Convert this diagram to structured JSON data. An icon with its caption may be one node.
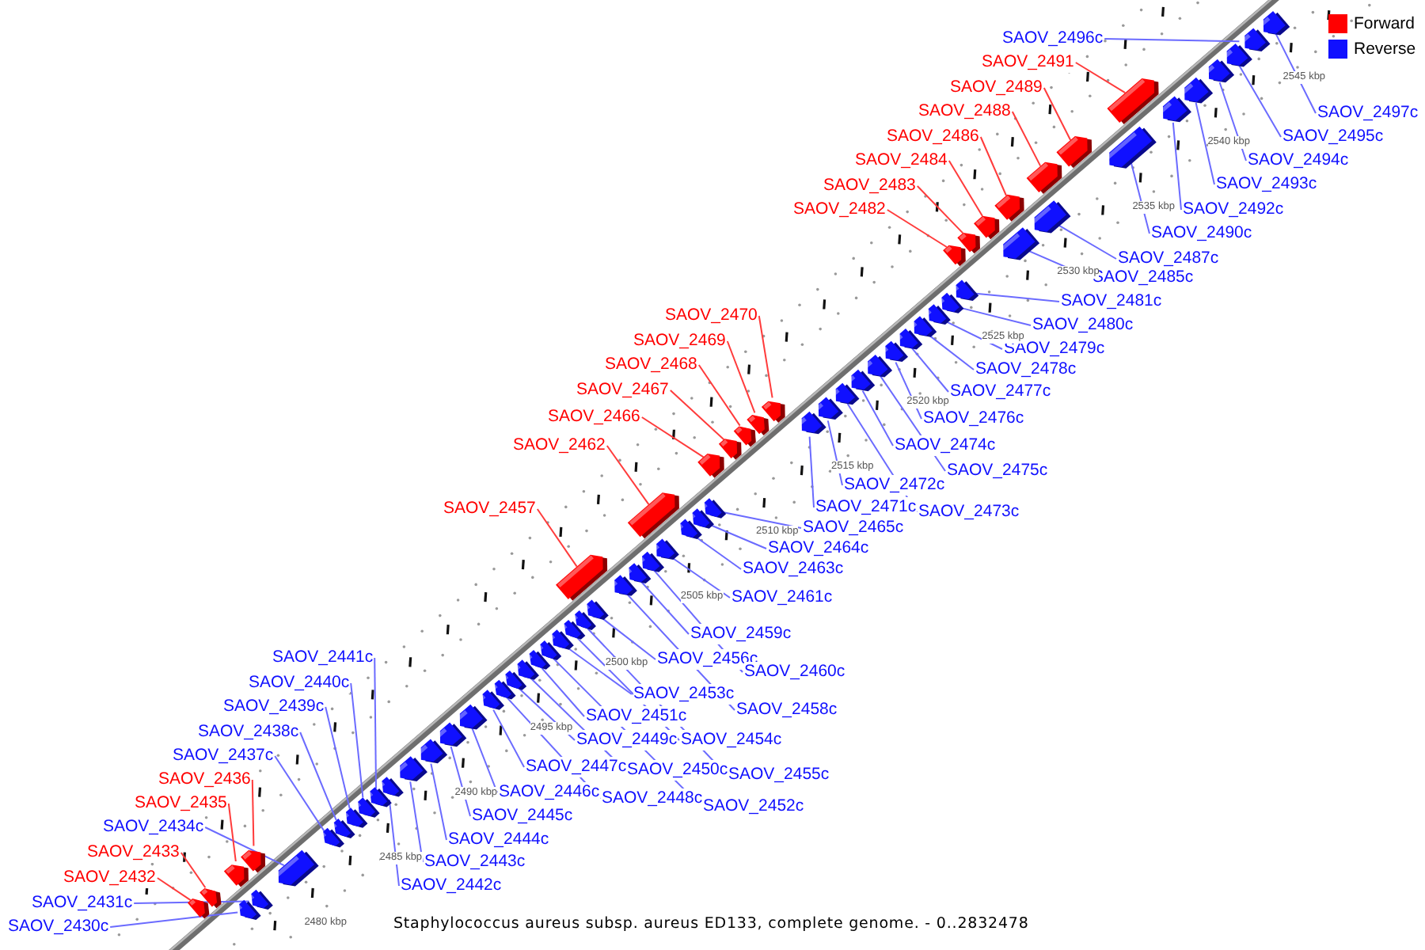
{
  "diagram": {
    "caption": "Staphylococcus aureus subsp. aureus ED133, complete genome. - 0..2832478",
    "nodes": [
      {
        "text": [
          "SAOV_2430c"
        ]
      },
      {
        "text": [],
        "shape": "box"
      },
      {
        "text": [
          "SAOV_2431c"
        ]
      },
      {
        "text": [],
        "shape": "box"
      },
      {
        "text": [
          "SAOV_2432"
        ]
      },
      {
        "text": [],
        "shape": "box"
      },
      {
        "text": [
          "SAOV_2433"
        ]
      },
      {
        "text": [],
        "shape": "box"
      },
      {
        "text": [
          "SAOV_2434c"
        ]
      },
      {
        "text": [],
        "shape": "box"
      },
      {
        "text": [
          "SAOV_2435"
        ]
      },
      {
        "text": [],
        "shape": "box"
      },
      {
        "text": [
          "SAOV_2436"
        ]
      },
      {
        "text": [],
        "shape": "box"
      },
      {
        "text": [
          "SAOV_2437c"
        ]
      },
      {
        "text": [],
        "shape": "box"
      },
      {
        "text": [
          "SAOV_2438c"
        ]
      },
      {
        "text": [],
        "shape": "box"
      },
      {
        "text": [
          "SAOV_2439c"
        ]
      },
      {
        "text": [],
        "shape": "box"
      },
      {
        "text": [
          "SAOV_2440c"
        ]
      },
      {
        "text": [],
        "shape": "box"
      },
      {
        "text": [
          "SAOV_2441c"
        ]
      },
      {
        "text": [],
        "shape": "box"
      },
      {
        "text": [
          "SAOV_2442c"
        ]
      },
      {
        "text": [],
        "shape": "box"
      },
      {
        "text": [
          "SAOV_2443c"
        ]
      },
      {
        "text": [],
        "shape": "box"
      },
      {
        "text": [
          "SAOV_2444c"
        ]
      },
      {
        "text": [],
        "shape": "box"
      },
      {
        "text": [
          "SAOV_2445c"
        ]
      },
      {
        "text": [],
        "shape": "box"
      },
      {
        "text": [
          "SAOV_2446c"
        ]
      },
      {
        "text": [],
        "shape": "box"
      },
      {
        "text": [
          "SAOV_2447c"
        ]
      },
      {
        "text": [],
        "shape": "box"
      },
      {
        "text": [
          "SAOV_2448c"
        ]
      },
      {
        "text": [],
        "shape": "box"
      },
      {
        "text": [
          "SAOV_2449c"
        ]
      },
      {
        "text": [],
        "shape": "box"
      },
      {
        "text": [
          "SAOV_2450c"
        ]
      },
      {
        "text": [],
        "shape": "box"
      },
      {
        "text": [
          "SAOV_2451c"
        ]
      },
      {
        "text": [],
        "shape": "box"
      },
      {
        "text": [
          "SAOV_2452c"
        ]
      },
      {
        "text": [],
        "shape": "box"
      },
      {
        "text": [
          "SAOV_2453c"
        ]
      },
      {
        "text": [],
        "shape": "box"
      },
      {
        "text": [
          "SAOV_2454c"
        ]
      },
      {
        "text": [],
        "shape": "box"
      },
      {
        "text": [
          "SAOV_2455c"
        ]
      },
      {
        "text": [],
        "shape": "box"
      },
      {
        "text": [
          "SAOV_2456c"
        ]
      },
      {
        "text": [],
        "shape": "box"
      },
      {
        "text": [
          "SAOV_2457"
        ]
      },
      {
        "text": [],
        "shape": "box"
      },
      {
        "text": [
          "SAOV_2458c"
        ]
      },
      {
        "text": [],
        "shape": "box"
      },
      {
        "text": [
          "SAOV_2459c"
        ]
      },
      {
        "text": [],
        "shape": "box"
      },
      {
        "text": [
          "SAOV_2460c"
        ]
      },
      {
        "text": [],
        "shape": "box"
      },
      {
        "text": [
          "SAOV_2461c"
        ]
      },
      {
        "text": [],
        "shape": "box"
      },
      {
        "text": [
          "SAOV_2462"
        ]
      },
      {
        "text": [],
        "shape": "box"
      },
      {
        "text": [
          "SAOV_2463c"
        ]
      },
      {
        "text": [],
        "shape": "box"
      },
      {
        "text": [
          "SAOV_2464c"
        ]
      },
      {
        "text": [],
        "shape": "box"
      },
      {
        "text": [
          "SAOV_2465c"
        ]
      },
      {
        "text": [],
        "shape": "box"
      },
      {
        "text": [
          "SAOV_2466"
        ]
      },
      {
        "text": [],
        "shape": "box"
      },
      {
        "text": [
          "SAOV_2467"
        ]
      },
      {
        "text": [],
        "shape": "box"
      },
      {
        "text": [
          "SAOV_2468"
        ]
      },
      {
        "text": [],
        "shape": "box"
      },
      {
        "text": [
          "SAOV_2469"
        ]
      },
      {
        "text": [],
        "shape": "box"
      },
      {
        "text": [
          "SAOV_2470"
        ]
      },
      {
        "text": [],
        "shape": "box"
      },
      {
        "text": [
          "SAOV_2471c"
        ]
      },
      {
        "text": [],
        "shape": "box"
      },
      {
        "text": [
          "SAOV_2472c"
        ]
      },
      {
        "text": [],
        "shape": "box"
      },
      {
        "text": [
          "SAOV_2473c"
        ]
      },
      {
        "text": [],
        "shape": "box"
      },
      {
        "text": [
          "SAOV_2474c"
        ]
      },
      {
        "text": [],
        "shape": "box"
      },
      {
        "text": [
          "SAOV_2475c"
        ]
      },
      {
        "text": [],
        "shape": "box"
      },
      {
        "text": [
          "SAOV_2476c"
        ]
      },
      {
        "text": [],
        "shape": "box"
      },
      {
        "text": [
          "SAOV_2477c"
        ]
      },
      {
        "text": [],
        "shape": "box"
      },
      {
        "text": [
          "SAOV_2478c"
        ]
      },
      {
        "text": [],
        "shape": "box"
      },
      {
        "text": [
          "SAOV_2479c"
        ]
      },
      {
        "text": [],
        "shape": "box"
      },
      {
        "text": [
          "SAOV_2480c"
        ]
      },
      {
        "text": [],
        "shape": "box"
      },
      {
        "text": [
          "SAOV_2481c"
        ]
      },
      {
        "text": [],
        "shape": "box"
      },
      {
        "text": [
          "SAOV_2482"
        ]
      },
      {
        "text": [],
        "shape": "box"
      },
      {
        "text": [
          "SAOV_2483"
        ]
      },
      {
        "text": [],
        "shape": "box"
      },
      {
        "text": [
          "SAOV_2484"
        ]
      },
      {
        "text": [],
        "shape": "box"
      },
      {
        "text": [
          "SAOV_2485c"
        ]
      },
      {
        "text": [],
        "shape": "box"
      },
      {
        "text": [
          "SAOV_2486"
        ]
      },
      {
        "text": [],
        "shape": "box"
      },
      {
        "text": [
          "SAOV_2487c"
        ]
      },
      {
        "text": [],
        "shape": "box"
      },
      {
        "text": [
          "SAOV_2488"
        ]
      },
      {
        "text": [],
        "shape": "box"
      },
      {
        "text": [
          "SAOV_2489"
        ]
      },
      {
        "text": [],
        "shape": "box"
      },
      {
        "text": [
          "SAOV_2490c"
        ]
      },
      {
        "text": [],
        "shape": "box"
      },
      {
        "text": [
          "SAOV_2491"
        ]
      },
      {
        "text": [],
        "shape": "box"
      },
      {
        "text": [
          "SAOV_2492c"
        ]
      },
      {
        "text": [],
        "shape": "box"
      },
      {
        "text": [
          "SAOV_2493c"
        ]
      },
      {
        "text": [],
        "shape": "box"
      },
      {
        "text": [
          "SAOV_2494c"
        ]
      },
      {
        "text": [],
        "shape": "box"
      },
      {
        "text": [
          "SAOV_2495c"
        ]
      },
      {
        "text": [],
        "shape": "box"
      },
      {
        "text": [
          "SAOV_2496c"
        ]
      },
      {
        "text": [],
        "shape": "box"
      },
      {
        "text": [
          "SAOV_2497c"
        ]
      },
      {
        "text": [],
        "shape": "box"
      }
    ],
    "edges": [
      {
        "from": 0,
        "to": 1,
        "arrow": "none"
      },
      {
        "from": 2,
        "to": 3,
        "arrow": "none"
      },
      {
        "from": 4,
        "to": 5,
        "arrow": "none",
        "color": "#ff3b3b"
      },
      {
        "from": 6,
        "to": 7,
        "arrow": "none",
        "color": "#ff3b3b"
      },
      {
        "from": 8,
        "to": 9,
        "arrow": "none"
      },
      {
        "from": 10,
        "to": 11,
        "arrow": "none",
        "color": "#ff3b3b"
      },
      {
        "from": 12,
        "to": 13,
        "arrow": "none",
        "color": "#ff3b3b"
      },
      {
        "from": 14,
        "to": 15,
        "arrow": "none"
      },
      {
        "from": 16,
        "to": 17,
        "arrow": "none"
      },
      {
        "from": 18,
        "to": 19,
        "arrow": "none"
      },
      {
        "from": 20,
        "to": 21,
        "arrow": "none"
      },
      {
        "from": 22,
        "to": 23,
        "arrow": "none"
      },
      {
        "from": 24,
        "to": 25,
        "arrow": "none"
      },
      {
        "from": 26,
        "to": 27,
        "arrow": "none"
      },
      {
        "from": 28,
        "to": 29,
        "arrow": "none"
      },
      {
        "from": 30,
        "to": 31,
        "arrow": "none"
      },
      {
        "from": 32,
        "to": 33,
        "arrow": "none"
      },
      {
        "from": 34,
        "to": 35,
        "arrow": "none"
      },
      {
        "from": 36,
        "to": 37,
        "arrow": "none"
      },
      {
        "from": 38,
        "to": 39,
        "arrow": "none"
      },
      {
        "from": 40,
        "to": 41,
        "arrow": "none"
      },
      {
        "from": 42,
        "to": 43,
        "arrow": "none"
      },
      {
        "from": 44,
        "to": 45,
        "arrow": "none"
      },
      {
        "from": 46,
        "to": 47,
        "arrow": "none"
      },
      {
        "from": 48,
        "to": 49,
        "arrow": "none"
      },
      {
        "from": 50,
        "to": 51,
        "arrow": "none"
      },
      {
        "from": 52,
        "to": 53,
        "arrow": "none"
      },
      {
        "from": 54,
        "to": 55,
        "arrow": "none",
        "color": "#ff3b3b"
      },
      {
        "from": 56,
        "to": 57,
        "arrow": "none"
      },
      {
        "from": 58,
        "to": 59,
        "arrow": "none"
      },
      {
        "from": 60,
        "to": 61,
        "arrow": "none"
      },
      {
        "from": 62,
        "to": 63,
        "arrow": "none"
      },
      {
        "from": 64,
        "to": 65,
        "arrow": "none",
        "color": "#ff3b3b"
      },
      {
        "from": 66,
        "to": 67,
        "arrow": "none"
      },
      {
        "from": 68,
        "to": 69,
        "arrow": "none"
      },
      {
        "from": 70,
        "to": 71,
        "arrow": "none"
      },
      {
        "from": 72,
        "to": 73,
        "arrow": "none",
        "color": "#ff3b3b"
      },
      {
        "from": 74,
        "to": 75,
        "arrow": "none",
        "color": "#ff3b3b"
      },
      {
        "from": 76,
        "to": 77,
        "arrow": "none",
        "color": "#ff3b3b"
      },
      {
        "from": 78,
        "to": 79,
        "arrow": "none",
        "color": "#ff3b3b"
      },
      {
        "from": 80,
        "to": 81,
        "arrow": "none",
        "color": "#ff3b3b"
      },
      {
        "from": 82,
        "to": 83,
        "arrow": "none"
      },
      {
        "from": 84,
        "to": 85,
        "arrow": "none"
      },
      {
        "from": 86,
        "to": 87,
        "arrow": "none"
      },
      {
        "from": 88,
        "to": 89,
        "arrow": "none"
      },
      {
        "from": 90,
        "to": 91,
        "arrow": "none"
      },
      {
        "from": 92,
        "to": 93,
        "arrow": "none"
      },
      {
        "from": 94,
        "to": 95,
        "arrow": "none"
      },
      {
        "from": 96,
        "to": 97,
        "arrow": "none"
      },
      {
        "from": 98,
        "to": 99,
        "arrow": "none"
      },
      {
        "from": 100,
        "to": 101,
        "arrow": "none"
      },
      {
        "from": 102,
        "to": 103,
        "arrow": "none"
      },
      {
        "from": 104,
        "to": 105,
        "arrow": "none",
        "color": "#ff3b3b"
      },
      {
        "from": 106,
        "to": 107,
        "arrow": "none",
        "color": "#ff3b3b"
      },
      {
        "from": 108,
        "to": 109,
        "arrow": "none",
        "color": "#ff3b3b"
      },
      {
        "from": 110,
        "to": 111,
        "arrow": "none"
      },
      {
        "from": 112,
        "to": 113,
        "arrow": "none",
        "color": "#ff3b3b"
      },
      {
        "from": 114,
        "to": 115,
        "arrow": "none"
      },
      {
        "from": 116,
        "to": 117,
        "arrow": "none",
        "color": "#ff3b3b"
      },
      {
        "from": 118,
        "to": 119,
        "arrow": "none",
        "color": "#ff3b3b"
      },
      {
        "from": 120,
        "to": 121,
        "arrow": "none"
      },
      {
        "from": 122,
        "to": 123,
        "arrow": "none",
        "color": "#ff3b3b"
      },
      {
        "from": 124,
        "to": 125,
        "arrow": "none"
      },
      {
        "from": 126,
        "to": 127,
        "arrow": "none"
      },
      {
        "from": 128,
        "to": 129,
        "arrow": "none"
      },
      {
        "from": 130,
        "to": 131,
        "arrow": "none"
      },
      {
        "from": 132,
        "to": 133,
        "arrow": "none"
      },
      {
        "from": 134,
        "to": 135,
        "arrow": "none"
      }
    ],
    "labels": [
      "2480 kbp",
      "2485 kbp",
      "2490 kbp",
      "2495 kbp",
      "2500 kbp",
      "2505 kbp",
      "2510 kbp",
      "2515 kbp",
      "2520 kbp",
      "2525 kbp",
      "2530 kbp",
      "2535 kbp",
      "2540 kbp",
      "2545 kbp"
    ],
    "legend": [
      {
        "text": "Forward",
        "color": "#ff0000"
      },
      {
        "text": "Reverse",
        "color": "#1010ff"
      }
    ]
  }
}
